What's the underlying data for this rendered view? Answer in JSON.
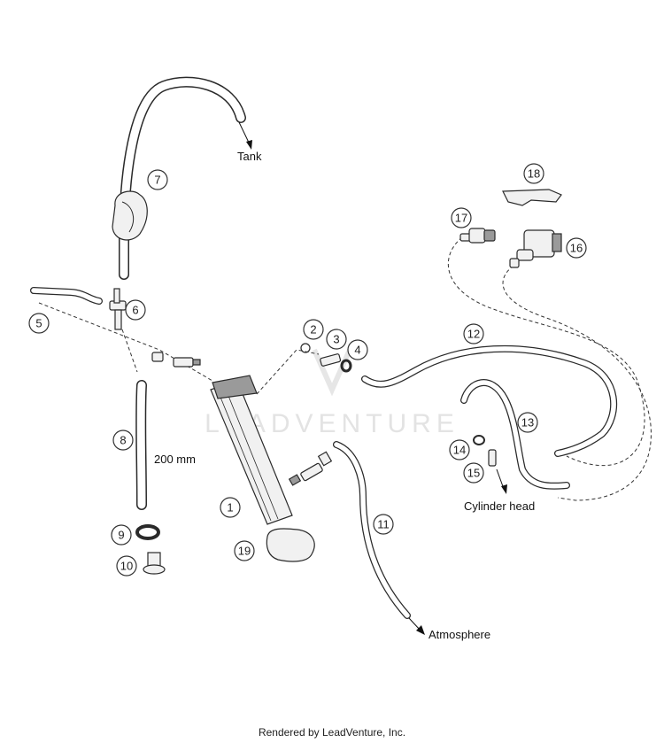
{
  "watermark": "LEADVENTURE",
  "footer": "Rendered by LeadVenture, Inc.",
  "labels": {
    "tank": "Tank",
    "atmosphere": "Atmosphere",
    "cylinder_head": "Cylinder head",
    "length": "200 mm"
  },
  "callouts": [
    "1",
    "2",
    "3",
    "4",
    "5",
    "6",
    "7",
    "8",
    "9",
    "10",
    "11",
    "12",
    "13",
    "14",
    "15",
    "16",
    "17",
    "18",
    "19"
  ]
}
